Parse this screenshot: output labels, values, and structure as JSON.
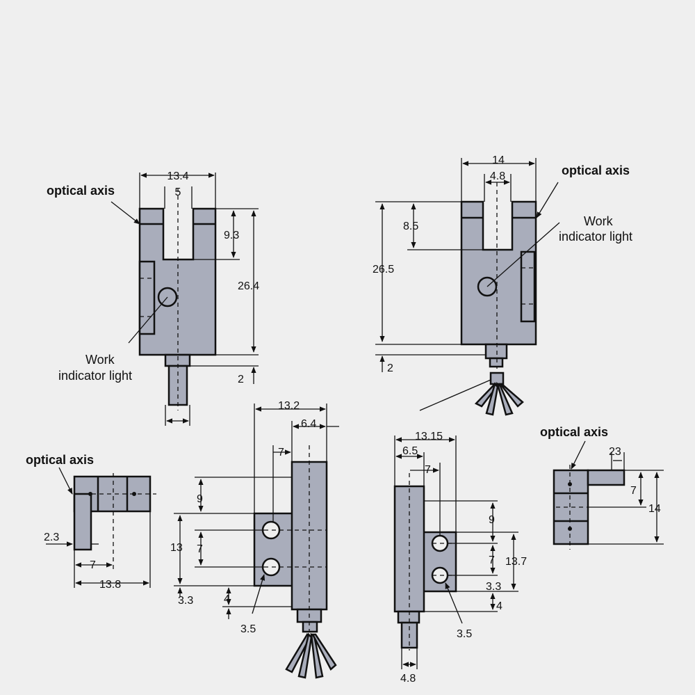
{
  "labels": {
    "optical_axis": "optical axis",
    "work": "Work",
    "indicator_light": "indicator light"
  },
  "views": {
    "top_left": {
      "width_total": "13.4",
      "slot_width": "5",
      "slot_depth": "9.3",
      "height": "26.4",
      "stem": "2"
    },
    "top_right": {
      "width_total": "14",
      "slot_width": "4.8",
      "slot_depth": "8.5",
      "height": "26.5",
      "stem": "2"
    },
    "bottom_left_end": {
      "offset": "2.3",
      "axis": "7",
      "width": "13.8"
    },
    "bottom_side_a": {
      "total": "13.2",
      "body": "6.4",
      "hole_offset": "7",
      "top": "9",
      "pitch": "13",
      "spacing": "7",
      "bottom": "3.3",
      "base": "4",
      "hole_dia": "3.5"
    },
    "bottom_side_b": {
      "total": "13.15",
      "body": "6.5",
      "hole_offset": "7",
      "top": "9",
      "spacing": "7",
      "pitch": "13.7",
      "bottom": "3.3",
      "base": "4",
      "hole_dia": "3.5",
      "stem": "4.8"
    },
    "bottom_right_end": {
      "tab": "23",
      "axis": "7",
      "height": "14"
    }
  }
}
